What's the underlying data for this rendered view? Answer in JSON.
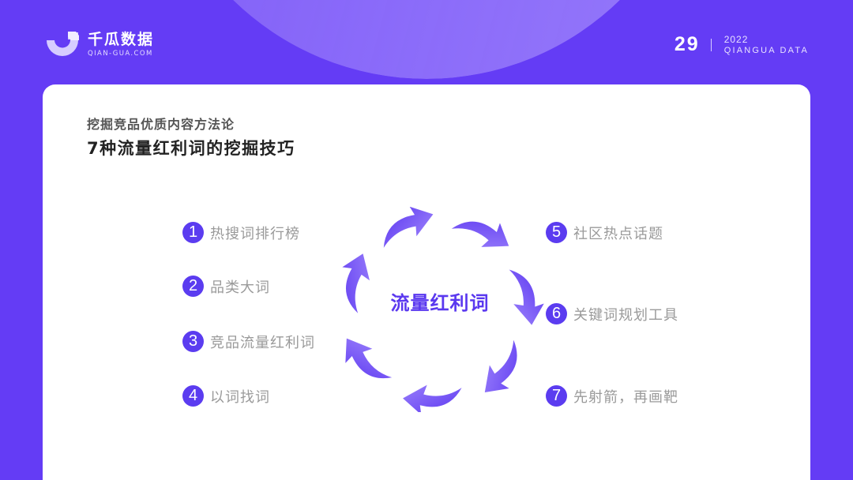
{
  "header": {
    "brand_cn": "千瓜数据",
    "brand_en": "QIAN-GUA.COM",
    "page_number": "29",
    "year": "2022",
    "brand_caption": "QIANGUA DATA"
  },
  "content": {
    "subtitle": "挖掘竞品优质内容方法论",
    "title": "7种流量红利词的挖掘技巧",
    "center_label": "流量红利词",
    "items": [
      {
        "num": "1",
        "label": "热搜词排行榜"
      },
      {
        "num": "2",
        "label": "品类大词"
      },
      {
        "num": "3",
        "label": "竞品流量红利词"
      },
      {
        "num": "4",
        "label": "以词找词"
      },
      {
        "num": "5",
        "label": "社区热点话题"
      },
      {
        "num": "6",
        "label": "关键词规划工具"
      },
      {
        "num": "7",
        "label": "先射箭，再画靶"
      }
    ]
  },
  "colors": {
    "background": "#643cf5",
    "accent": "#5b3cf0",
    "card": "#ffffff",
    "item_text": "#9a9a9a"
  },
  "icons": {
    "logo": "qiangua-logo-icon",
    "cycle": "circular-arrows-icon"
  }
}
